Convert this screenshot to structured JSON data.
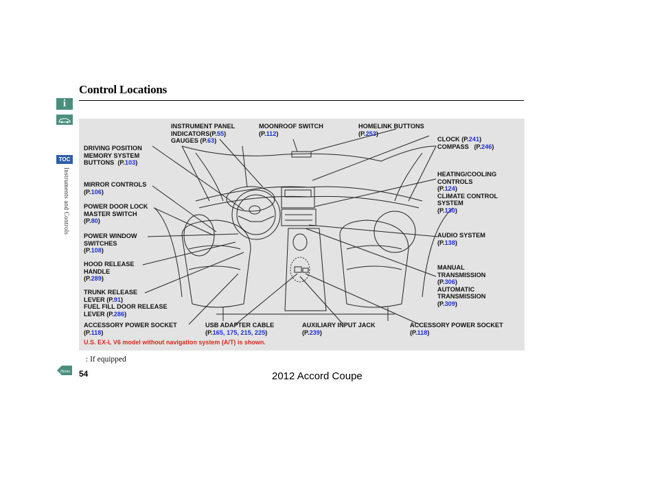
{
  "header": {
    "title": "Control Locations"
  },
  "side_nav": {
    "info_label": "i",
    "toc_label": "TOC",
    "section_label": "Instruments and Controls",
    "home_label": "Home"
  },
  "labels": {
    "instrument_panel": {
      "l1": "INSTRUMENT PANEL",
      "l2": "INDICATORS",
      "l2_ref_pre": "(P.",
      "l2_ref_num": "55",
      "l2_ref_post": ")",
      "l3": "GAUGES",
      "l3_ref_pre": "(P.",
      "l3_ref_num": "63",
      "l3_ref_post": ")"
    },
    "moonroof": {
      "l1": "MOONROOF SWITCH",
      "ref_pre": "(P.",
      "ref_num": "112",
      "ref_post": ")"
    },
    "homelink": {
      "l1": "HOMELINK BUTTONS",
      "ref_pre": "(P.",
      "ref_num": "253",
      "ref_post": ")"
    },
    "driving_position": {
      "l1": "DRIVING POSITION",
      "l2": "MEMORY SYSTEM",
      "l3": "BUTTONS",
      "ref_pre": "(P.",
      "ref_num": "103",
      "ref_post": ")"
    },
    "clock": {
      "l1": "CLOCK",
      "ref1_pre": "(P.",
      "ref1_num": "241",
      "ref1_post": ")",
      "l2": "COMPASS",
      "ref2_pre": "(P.",
      "ref2_num": "246",
      "ref2_post": ")"
    },
    "heating": {
      "l1": "HEATING/COOLING",
      "l2": "CONTROLS",
      "ref1_pre": "(P.",
      "ref1_num": "124",
      "ref1_post": ")",
      "l3": "CLIMATE CONTROL",
      "l4": "SYSTEM",
      "ref2_pre": "(P.",
      "ref2_num": "130",
      "ref2_post": ")"
    },
    "mirror": {
      "l1": "MIRROR CONTROLS",
      "ref_pre": "(P.",
      "ref_num": "106",
      "ref_post": ")"
    },
    "door_lock": {
      "l1": "POWER DOOR LOCK",
      "l2": "MASTER SWITCH",
      "ref_pre": "(P.",
      "ref_num": "80",
      "ref_post": ")"
    },
    "window": {
      "l1": "POWER WINDOW",
      "l2": "SWITCHES",
      "ref_pre": "(P.",
      "ref_num": "108",
      "ref_post": ")"
    },
    "audio": {
      "l1": "AUDIO SYSTEM",
      "ref_pre": "(P.",
      "ref_num": "138",
      "ref_post": ")"
    },
    "hood": {
      "l1": "HOOD RELEASE",
      "l2": "HANDLE",
      "ref_pre": "(P.",
      "ref_num": "289",
      "ref_post": ")"
    },
    "manual_trans": {
      "l1": "MANUAL",
      "l2": "TRANSMISSION",
      "ref1_pre": "(P.",
      "ref1_num": "306",
      "ref1_post": ")",
      "l3": "AUTOMATIC",
      "l4": "TRANSMISSION",
      "ref2_pre": "(P.",
      "ref2_num": "309",
      "ref2_post": ")"
    },
    "trunk": {
      "l1": "TRUNK RELEASE",
      "l2": "LEVER",
      "ref1_pre": "(P.",
      "ref1_num": "91",
      "ref1_post": ")",
      "l3": "FUEL FILL DOOR RELEASE",
      "l4": "LEVER",
      "ref2_pre": "(P.",
      "ref2_num": "286",
      "ref2_post": ")"
    },
    "acc_socket_left": {
      "l1": "ACCESSORY POWER SOCKET",
      "ref_pre": "(P.",
      "ref_num": "118",
      "ref_post": ")"
    },
    "usb": {
      "l1": "USB ADAPTER CABLE",
      "ref_pre": "(P.",
      "ref_nums": "165, 175, 215, 225",
      "ref_post": ")"
    },
    "aux": {
      "l1": "AUXILIARY INPUT JACK",
      "ref_pre": "(P.",
      "ref_num": "239",
      "ref_post": ")"
    },
    "acc_socket_right": {
      "l1": "ACCESSORY POWER SOCKET",
      "ref_pre": "(P.",
      "ref_num": "118",
      "ref_post": ")"
    }
  },
  "note": "U.S. EX-L V6 model without navigation system (A/T) is shown.",
  "footnote": ":   If equipped",
  "footer": {
    "page_number": "54",
    "model": "2012 Accord Coupe"
  },
  "colors": {
    "link": "#1a2fd4",
    "note_red": "#d42a1e",
    "panel_bg": "#e3e3e3",
    "nav_green": "#4a8f7e",
    "nav_blue": "#2e5fa8"
  }
}
